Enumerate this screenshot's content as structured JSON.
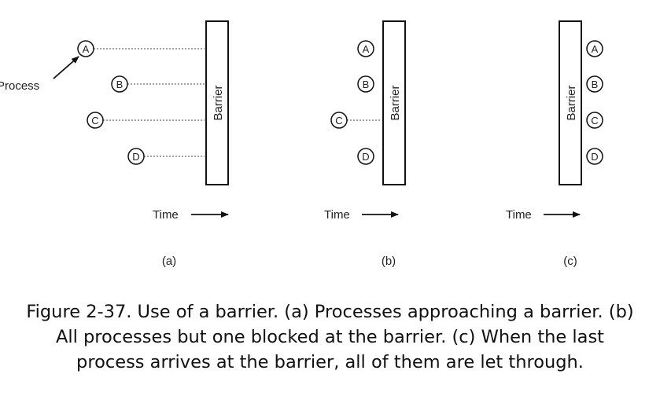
{
  "diagram": {
    "barrier_label": "Barrier",
    "process_label": "Process",
    "time_label": "Time",
    "panels": [
      {
        "id": "a",
        "label": "(a)",
        "processes": [
          "A",
          "B",
          "C",
          "D"
        ]
      },
      {
        "id": "b",
        "label": "(b)",
        "processes": [
          "A",
          "B",
          "C",
          "D"
        ]
      },
      {
        "id": "c",
        "label": "(c)",
        "processes": [
          "A",
          "B",
          "C",
          "D"
        ]
      }
    ]
  },
  "caption": {
    "lines": [
      "Figure 2-37. Use of a barrier. (a) Processes approaching a barrier. (b)",
      "All processes but one blocked at the barrier. (c) When the last",
      "process arrives at the barrier, all of them are let through."
    ]
  }
}
